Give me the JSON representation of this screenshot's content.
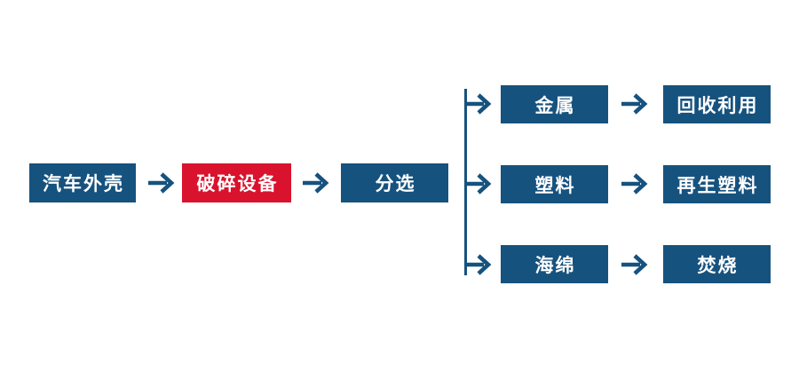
{
  "colors": {
    "box_blue": "#16527E",
    "box_red": "#D9122D",
    "text": "#FFFFFF",
    "background": "#FFFFFF"
  },
  "flow": {
    "main_nodes": [
      {
        "label": "汽车外壳",
        "color": "blue"
      },
      {
        "label": "破碎设备",
        "color": "red"
      },
      {
        "label": "分选",
        "color": "blue"
      }
    ],
    "branches": [
      {
        "material": "金属",
        "outcome": "回收利用"
      },
      {
        "material": "塑料",
        "outcome": "再生塑料"
      },
      {
        "material": "海绵",
        "outcome": "焚烧"
      }
    ]
  }
}
